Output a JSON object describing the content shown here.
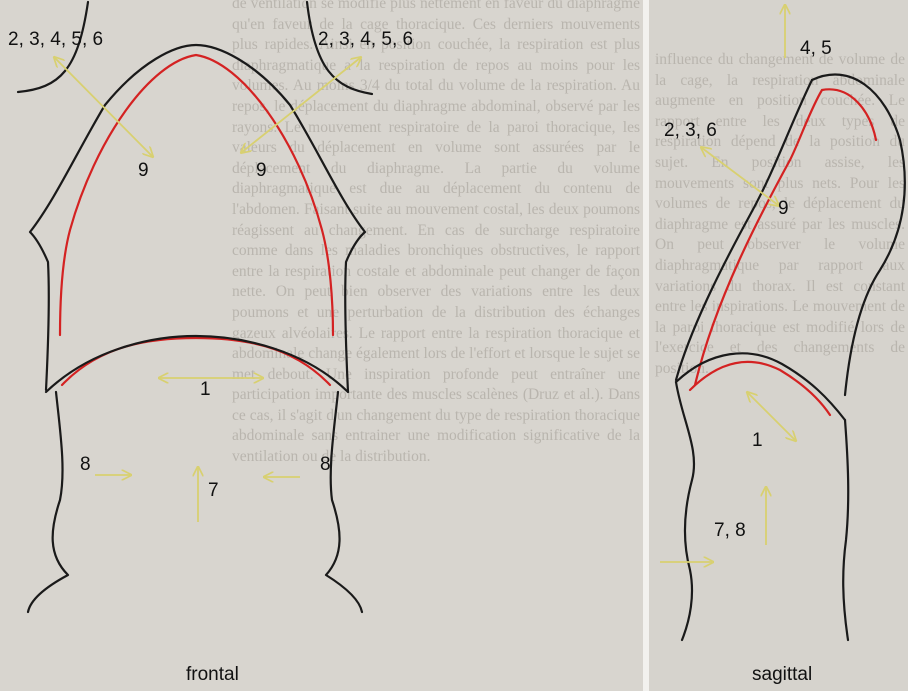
{
  "figure": {
    "frontal": {
      "caption": "frontal",
      "labels": {
        "upper_left": "2, 3, 4, 5, 6",
        "upper_right": "2, 3, 4, 5, 6",
        "dome_left": "9",
        "dome_right": "9",
        "base": "1",
        "abdomen_left": "8",
        "abdomen_right": "8",
        "abdomen_center": "7"
      }
    },
    "sagittal": {
      "caption": "sagittal",
      "labels": {
        "top": "4, 5",
        "upper_left": "2, 3, 6",
        "dome": "9",
        "base": "1",
        "abdomen": "7, 8"
      }
    },
    "colors": {
      "outline": "#1a1a1a",
      "diaphragm": "#d42222",
      "arrows": "#d8d070",
      "background": "#d8d5cf"
    }
  }
}
